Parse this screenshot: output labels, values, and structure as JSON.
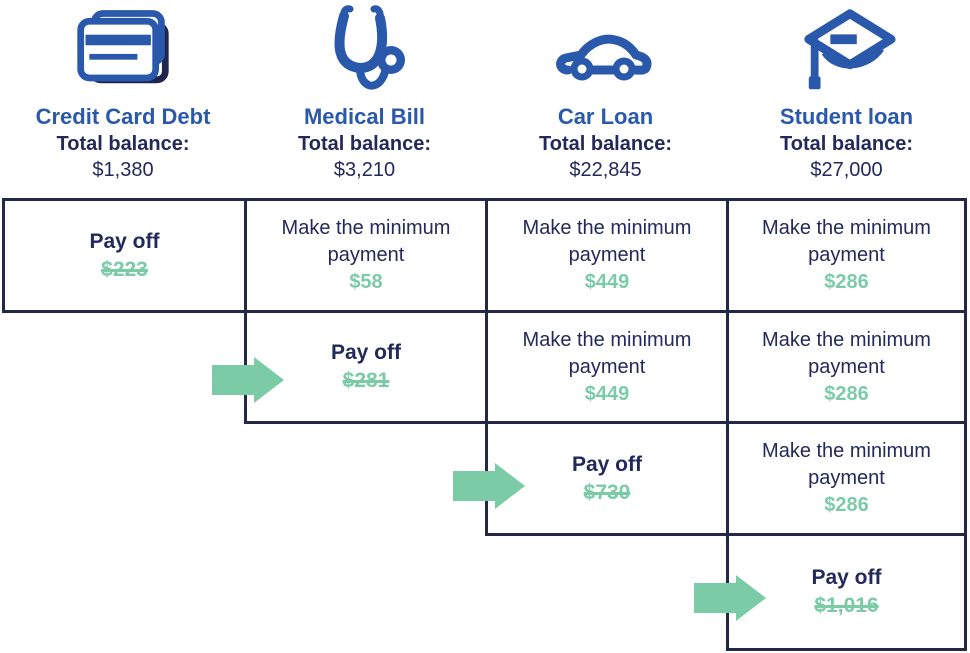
{
  "palette": {
    "brand_blue": "#2A59AC",
    "navy_text": "#23295A",
    "grid_border": "#232848",
    "accent_green": "#7BCBA6",
    "background": "#FFFFFF"
  },
  "labels": {
    "pay_off": "Pay off",
    "min_line1": "Make the minimum",
    "min_line2": "payment"
  },
  "columns": [
    {
      "icon": "credit-card-icon",
      "title": "Credit Card Debt",
      "balance_label": "Total balance:",
      "balance": "$1,380"
    },
    {
      "icon": "stethoscope-icon",
      "title": "Medical Bill",
      "balance_label": "Total balance:",
      "balance": "$3,210"
    },
    {
      "icon": "car-icon",
      "title": "Car Loan",
      "balance_label": "Total balance:",
      "balance": "$22,845"
    },
    {
      "icon": "graduation-cap-icon",
      "title": "Student loan",
      "balance_label": "Total balance:",
      "balance": "$27,000"
    }
  ],
  "matrix": {
    "rows": [
      {
        "cells": [
          {
            "column": "Credit Card Debt",
            "type": "payoff",
            "amount": "$223",
            "arrow": false
          },
          {
            "column": "Medical Bill",
            "type": "minimum",
            "amount": "$58"
          },
          {
            "column": "Car Loan",
            "type": "minimum",
            "amount": "$449"
          },
          {
            "column": "Student loan",
            "type": "minimum",
            "amount": "$286"
          }
        ]
      },
      {
        "cells": [
          {
            "column": "Medical Bill",
            "type": "payoff",
            "amount": "$281",
            "arrow": true
          },
          {
            "column": "Car Loan",
            "type": "minimum",
            "amount": "$449"
          },
          {
            "column": "Student loan",
            "type": "minimum",
            "amount": "$286"
          }
        ]
      },
      {
        "cells": [
          {
            "column": "Car Loan",
            "type": "payoff",
            "amount": "$730",
            "arrow": true
          },
          {
            "column": "Student loan",
            "type": "minimum",
            "amount": "$286"
          }
        ]
      },
      {
        "cells": [
          {
            "column": "Student loan",
            "type": "payoff",
            "amount": "$1,016",
            "arrow": true
          }
        ]
      }
    ]
  }
}
